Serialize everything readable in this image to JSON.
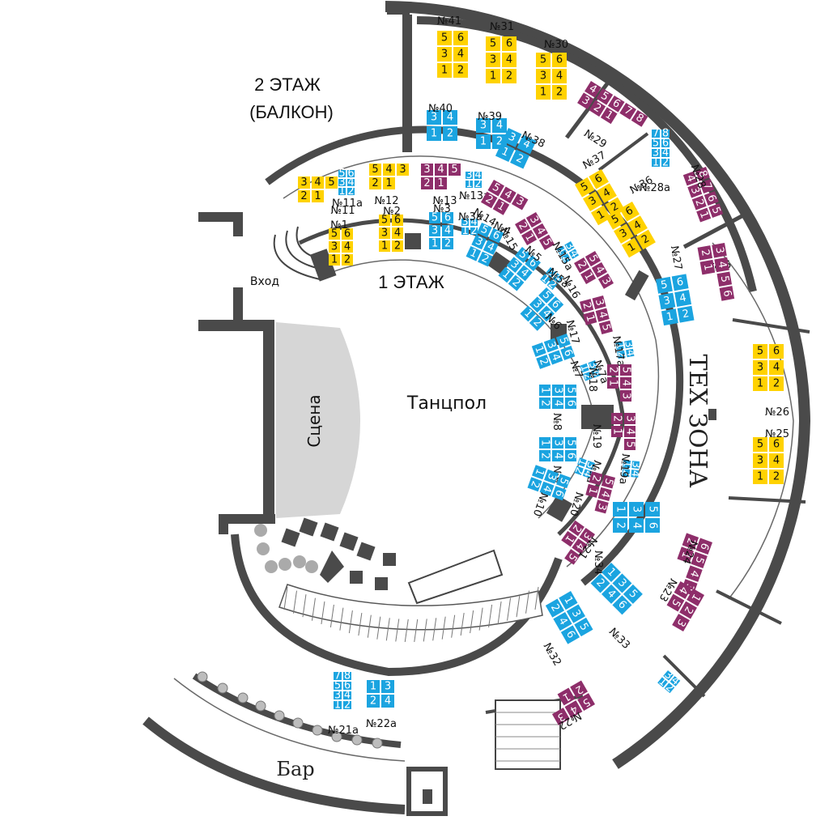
{
  "colors": {
    "yellow": "#ffd200",
    "blue": "#1ba4e0",
    "purple": "#8e2e6a",
    "wall": "#4a4a4a",
    "stage": "#d6d6d6"
  },
  "labels": {
    "floor2": "2 ЭТАЖ",
    "balcony": "(БАЛКОН)",
    "floor1": "1 ЭТАЖ",
    "entrance": "Вход",
    "stage": "Сцена",
    "dancefloor": "Танцпол",
    "techzone": "ТЕХ ЗОНА",
    "bar": "Бар"
  },
  "tables": [
    {
      "id": "t41",
      "label": "№41",
      "color": "yellow",
      "seats": [
        "5",
        "6",
        "3",
        "4",
        "1",
        "2"
      ],
      "cols": 2
    },
    {
      "id": "t31",
      "label": "№31",
      "color": "yellow",
      "seats": [
        "5",
        "6",
        "3",
        "4",
        "1",
        "2"
      ],
      "cols": 2
    },
    {
      "id": "t30",
      "label": "№30",
      "color": "yellow",
      "seats": [
        "5",
        "6",
        "3",
        "4",
        "1",
        "2"
      ],
      "cols": 2
    },
    {
      "id": "t40",
      "label": "№40",
      "color": "blue",
      "seats": [
        "3",
        "4",
        "1",
        "2"
      ],
      "cols": 2
    },
    {
      "id": "t39",
      "label": "№39",
      "color": "blue",
      "seats": [
        "3",
        "4",
        "1",
        "2"
      ],
      "cols": 2
    },
    {
      "id": "t38",
      "label": "№38",
      "color": "blue",
      "seats": [
        "3",
        "4",
        "1",
        "2"
      ],
      "cols": 2
    },
    {
      "id": "t29",
      "label": "№29",
      "color": "purple",
      "seats": [
        "4",
        "5",
        "6",
        "7",
        "8",
        "3",
        "2",
        "1"
      ],
      "cols": 5
    },
    {
      "id": "t28a",
      "label": "№28а",
      "color": "blue",
      "seats": [
        "7",
        "8",
        "5",
        "6",
        "3",
        "4",
        "1",
        "2"
      ],
      "cols": 2
    },
    {
      "id": "t28",
      "label": "№28",
      "color": "purple",
      "seats": [
        "8",
        "7",
        "6",
        "5",
        "4",
        "3",
        "2",
        "1"
      ],
      "cols": 4
    },
    {
      "id": "t37",
      "label": "№37",
      "color": "yellow",
      "seats": [
        "5",
        "6",
        "3",
        "4",
        "1",
        "2"
      ],
      "cols": 2
    },
    {
      "id": "t36",
      "label": "№36",
      "color": "yellow",
      "seats": [
        "5",
        "6",
        "3",
        "4",
        "1",
        "2"
      ],
      "cols": 2
    },
    {
      "id": "t11",
      "label": "№11",
      "color": "yellow",
      "seats": [
        "3",
        "4",
        "5",
        "2",
        "1"
      ],
      "cols": 3
    },
    {
      "id": "t11a",
      "label": "№11а",
      "color": "blue",
      "seats": [
        "5",
        "6",
        "3",
        "4",
        "1",
        "2"
      ],
      "cols": 2
    },
    {
      "id": "t12",
      "label": "№12",
      "color": "yellow",
      "seats": [
        "5",
        "4",
        "3",
        "2",
        "1"
      ],
      "cols": 3
    },
    {
      "id": "t13",
      "label": "№13",
      "color": "purple",
      "seats": [
        "3",
        "4",
        "5",
        "2",
        "1"
      ],
      "cols": 3
    },
    {
      "id": "t13a",
      "label": "№13а",
      "color": "blue",
      "seats": [
        "3",
        "4",
        "1",
        "2"
      ],
      "cols": 2
    },
    {
      "id": "t14",
      "label": "№14",
      "color": "purple",
      "seats": [
        "5",
        "4",
        "3",
        "2",
        "1"
      ],
      "cols": 3
    },
    {
      "id": "t15",
      "label": "№15",
      "color": "purple",
      "seats": [
        "3",
        "4",
        "5",
        "2",
        "1"
      ],
      "cols": 3
    },
    {
      "id": "t15a",
      "label": "№15а",
      "color": "blue",
      "seats": [
        "3",
        "4",
        "1",
        "2"
      ],
      "cols": 2
    },
    {
      "id": "t16",
      "label": "№16",
      "color": "purple",
      "seats": [
        "5",
        "4",
        "3",
        "2",
        "1"
      ],
      "cols": 3
    },
    {
      "id": "t1",
      "label": "№1",
      "color": "yellow",
      "seats": [
        "5",
        "6",
        "3",
        "4",
        "1",
        "2"
      ],
      "cols": 2
    },
    {
      "id": "t2",
      "label": "№2",
      "color": "yellow",
      "seats": [
        "5",
        "6",
        "3",
        "4",
        "1",
        "2"
      ],
      "cols": 2
    },
    {
      "id": "t3",
      "label": "№3",
      "color": "blue",
      "seats": [
        "5",
        "6",
        "3",
        "4",
        "1",
        "2"
      ],
      "cols": 2
    },
    {
      "id": "t3a",
      "label": "№3а",
      "color": "blue",
      "seats": [
        "3",
        "4",
        "1",
        "2"
      ],
      "cols": 2
    },
    {
      "id": "t4",
      "label": "№4",
      "color": "blue",
      "seats": [
        "5",
        "6",
        "3",
        "4",
        "1",
        "2"
      ],
      "cols": 2
    },
    {
      "id": "t5",
      "label": "№5",
      "color": "blue",
      "seats": [
        "5",
        "6",
        "3",
        "4",
        "1",
        "2"
      ],
      "cols": 2
    },
    {
      "id": "t5a",
      "label": "№5а",
      "color": "blue",
      "seats": [
        "3",
        "4",
        "1",
        "2"
      ],
      "cols": 2
    },
    {
      "id": "t6",
      "label": "№6",
      "color": "blue",
      "seats": [
        "5",
        "6",
        "3",
        "4",
        "1",
        "2"
      ],
      "cols": 2
    },
    {
      "id": "t7",
      "label": "№7",
      "color": "blue",
      "seats": [
        "5",
        "6",
        "3",
        "4",
        "1",
        "2"
      ],
      "cols": 2
    },
    {
      "id": "t7a",
      "label": "№7а",
      "color": "blue",
      "seats": [
        "3",
        "4",
        "1",
        "2"
      ],
      "cols": 2
    },
    {
      "id": "t8",
      "label": "№8",
      "color": "blue",
      "seats": [
        "5",
        "6",
        "3",
        "4",
        "1",
        "2"
      ],
      "cols": 2
    },
    {
      "id": "t9",
      "label": "№9",
      "color": "blue",
      "seats": [
        "5",
        "6",
        "3",
        "4",
        "1",
        "2"
      ],
      "cols": 2
    },
    {
      "id": "t9a",
      "label": "№9а",
      "color": "blue",
      "seats": [
        "3",
        "4",
        "1",
        "2"
      ],
      "cols": 2
    },
    {
      "id": "t10",
      "label": "№10",
      "color": "blue",
      "seats": [
        "5",
        "6",
        "3",
        "4",
        "1",
        "2"
      ],
      "cols": 2
    },
    {
      "id": "t17",
      "label": "№17",
      "color": "purple",
      "seats": [
        "3",
        "4",
        "5",
        "2",
        "1"
      ],
      "cols": 3
    },
    {
      "id": "t17a",
      "label": "№17а",
      "color": "blue",
      "seats": [
        "3",
        "4",
        "1",
        "2"
      ],
      "cols": 2
    },
    {
      "id": "t18",
      "label": "№18",
      "color": "purple",
      "seats": [
        "5",
        "4",
        "3",
        "2",
        "1"
      ],
      "cols": 3
    },
    {
      "id": "t19",
      "label": "№19",
      "color": "purple",
      "seats": [
        "3",
        "4",
        "5",
        "2",
        "1"
      ],
      "cols": 3
    },
    {
      "id": "t19a",
      "label": "№19а",
      "color": "blue",
      "seats": [
        "3",
        "4",
        "1",
        "2"
      ],
      "cols": 2
    },
    {
      "id": "t20",
      "label": "№20",
      "color": "purple",
      "seats": [
        "5",
        "4",
        "3",
        "2",
        "1"
      ],
      "cols": 3
    },
    {
      "id": "t21",
      "label": "№21",
      "color": "purple",
      "seats": [
        "3",
        "4",
        "5",
        "2",
        "1"
      ],
      "cols": 3
    },
    {
      "id": "t35",
      "label": "№35",
      "color": "blue",
      "seats": [
        "5",
        "6",
        "3",
        "4",
        "1",
        "2"
      ],
      "cols": 2
    },
    {
      "id": "t27",
      "label": "№27",
      "color": "purple",
      "seats": [
        "3",
        "4",
        "5",
        "6",
        "2",
        "1"
      ],
      "cols": 4
    },
    {
      "id": "t26",
      "label": "№26",
      "color": "yellow",
      "seats": [
        "5",
        "6",
        "3",
        "4",
        "1",
        "2"
      ],
      "cols": 2
    },
    {
      "id": "t25",
      "label": "№25",
      "color": "yellow",
      "seats": [
        "5",
        "6",
        "3",
        "4",
        "1",
        "2"
      ],
      "cols": 2
    },
    {
      "id": "t34",
      "label": "№34",
      "color": "blue",
      "seats": [
        "5",
        "6",
        "3",
        "4",
        "1",
        "2"
      ],
      "cols": 2
    },
    {
      "id": "t24",
      "label": "№24",
      "color": "purple",
      "seats": [
        "6",
        "5",
        "4",
        "3",
        "2",
        "1"
      ],
      "cols": 4
    },
    {
      "id": "t33",
      "label": "№33",
      "color": "blue",
      "seats": [
        "1",
        "3",
        "5",
        "2",
        "4",
        "6"
      ],
      "cols": 3
    },
    {
      "id": "t23",
      "label": "№23",
      "color": "purple",
      "seats": [
        "1",
        "2",
        "3",
        "4",
        "5"
      ],
      "cols": 3
    },
    {
      "id": "t32",
      "label": "№32",
      "color": "blue",
      "seats": [
        "1",
        "3",
        "5",
        "2",
        "4",
        "6"
      ],
      "cols": 3
    },
    {
      "id": "t22",
      "label": "№22",
      "color": "purple",
      "seats": [
        "5",
        "4",
        "3",
        "2",
        "1"
      ],
      "cols": 3
    },
    {
      "id": "t22b",
      "label": "",
      "color": "blue",
      "seats": [
        "3",
        "4",
        "1",
        "2"
      ],
      "cols": 2
    },
    {
      "id": "t21a",
      "label": "№21а",
      "color": "blue",
      "seats": [
        "7",
        "8",
        "5",
        "6",
        "3",
        "4",
        "1",
        "2"
      ],
      "cols": 2
    },
    {
      "id": "t22a",
      "label": "№22а",
      "color": "blue",
      "seats": [
        "1",
        "3",
        "2",
        "4"
      ],
      "cols": 2
    }
  ]
}
